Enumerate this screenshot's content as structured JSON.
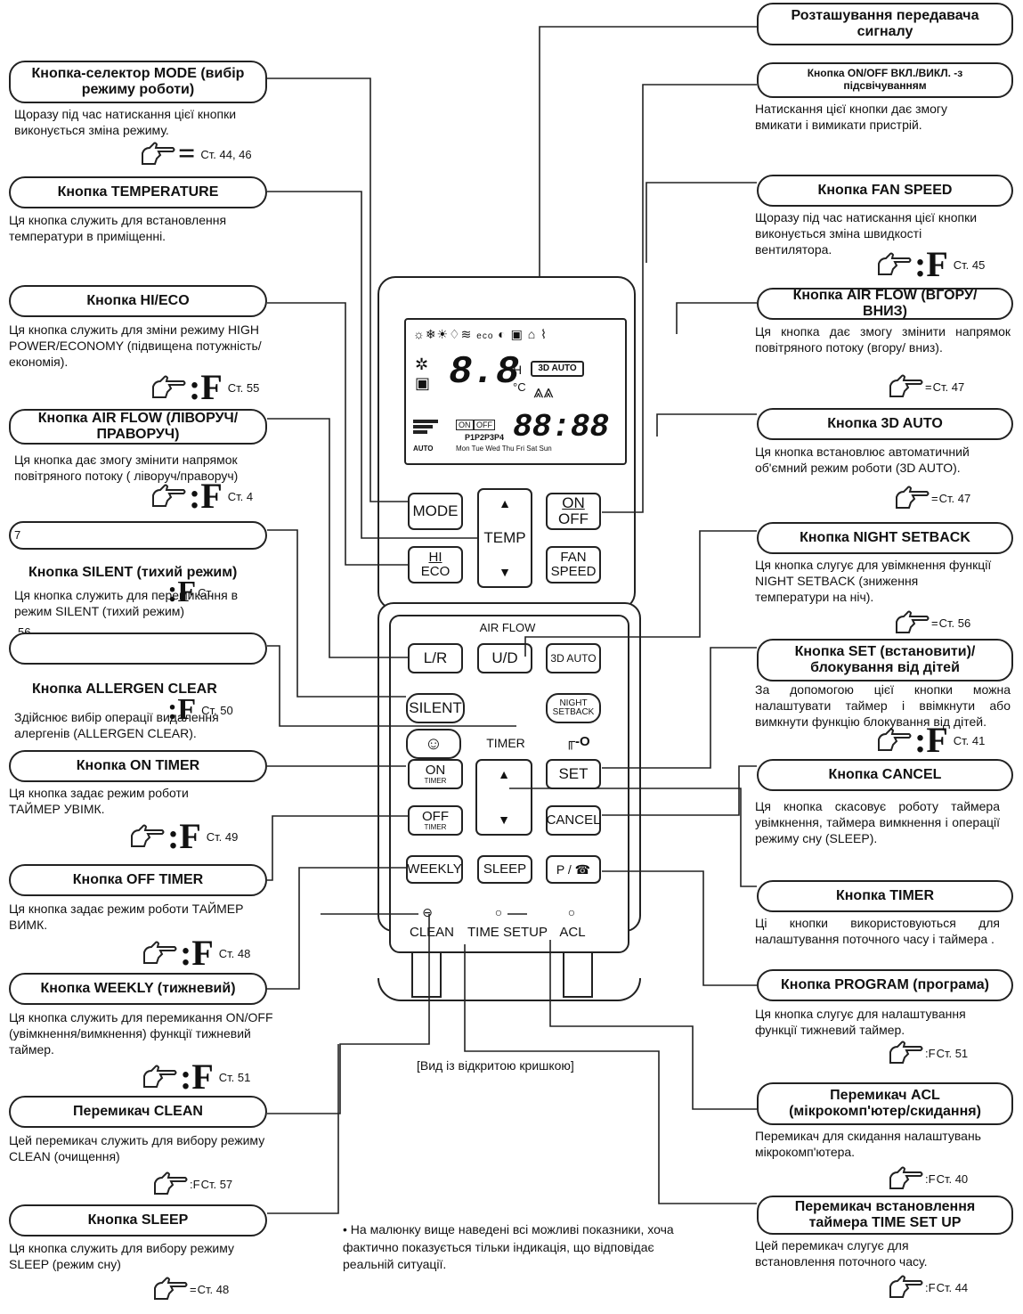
{
  "labels": {
    "transmitter": "Розташування передавача сигналу",
    "on_off": "Кнопка ON/OFF ВКЛ./ВИКЛ. -з підсвічуванням",
    "fan_speed": "Кнопка FAN SPEED",
    "air_flow_ud": "Кнопка AIR FLOW (ВГОРУ/ВНИЗ)",
    "auto3d": "Кнопка 3D AUTO",
    "night_setback": "Кнопка NIGHT SETBACK",
    "set": "Кнопка SET (встановити)/ блокування від дітей",
    "cancel": "Кнопка CANCEL",
    "timer": "Кнопка TIMER",
    "program": "Кнопка PROGRAM (програма)",
    "acl": "Перемикач ACL (мікрокомп'ютер/скидання)",
    "time_set_up": "Перемикач встановлення таймера TIME SET UP",
    "mode": "Кнопка-селектор MODE (вибір режиму роботи)",
    "temperature": "Кнопка TEMPERATURE",
    "hi_eco": "Кнопка HI/ECO",
    "air_flow_lr": "Кнопка AIR FLOW (ЛІВОРУЧ/ПРАВОРУЧ)",
    "seven": "7",
    "silent": "Кнопка SILENT (тихий режим)",
    "allergen": "Кнопка ALLERGEN CLEAR",
    "on_timer": "Кнопка ON TIMER",
    "off_timer": "Кнопка OFF TIMER",
    "weekly": "Кнопка WEEKLY (тижневий)",
    "clean": "Перемикач CLEAN",
    "sleep": "Кнопка SLEEP"
  },
  "descriptions": {
    "on_off": "Натискання цієї кнопки дає змогу вмикати і вимикати пристрій.",
    "fan_speed": "Щоразу під час натискання цієї кнопки виконується зміна швидкості вентилятора.",
    "air_flow_ud": "Ця кнопка дає змогу змінити напрямок повітряного потоку (вгору/ вниз).",
    "auto3d": "Ця кнопка встановлює автоматичний об'ємний режим роботи (3D AUTO).",
    "night_setback": "Ця кнопка слугує для увімкнення функції NIGHT SETBACK (зниження температури на ніч).",
    "set": "За допомогою цієї кнопки можна налаштувати таймер і ввімкнути або вимкнути функцію блокування від дітей.",
    "cancel": "Ця кнопка скасовує роботу таймера увімкнення, таймера вимкнення і операції режиму сну (SLEEP).",
    "timer": "Ці кнопки використовуються для налаштування поточного часу і таймера .",
    "program": "Ця кнопка слугує для налаштування функції тижневий таймер.",
    "acl": "Перемикач для скидання налаштувань мікрокомп'ютера.",
    "time_set_up": "Цей перемикач слугує для встановлення поточного часу.",
    "mode": "Щоразу під час натискання цієї кнопки виконується зміна режиму.",
    "temperature": "Ця кнопка служить для встановлення температури в приміщенні.",
    "hi_eco": "Ця кнопка служить для зміни режиму HIGH POWER/ECONOMY (підвищена потужність/економія).",
    "air_flow_lr": "Ця кнопка дає змогу змінити напрямок повітряного потоку ( ліворуч/праворуч)",
    "silent": "Ця кнопка служить для перемикання в режим SILENT (тихий режим)",
    "allergen": "Здійснює вибір операції видалення алергенів (ALLERGEN CLEAR).",
    "on_timer": "Ця кнопка задає режим роботи ТАЙМЕР УВІМК.",
    "off_timer": "Ця кнопка задає режим роботи ТАЙМЕР ВИМК.",
    "weekly": "Ця кнопка служить для перемикання ON/OFF (увімкнення/вимкнення) функції тижневий таймер.",
    "clean": "Цей перемикач служить для вибору режиму CLEAN (очищення)",
    "sleep": "Ця кнопка служить для вибору режиму SLEEP (режим сну)"
  },
  "refs": {
    "mode": {
      "sym": "=",
      "page": "Ст. 44, 46"
    },
    "fan_speed": {
      "sym": ":F",
      "page": "Ст. 45"
    },
    "air_flow_ud": {
      "sym": "=",
      "page": "Ст. 47"
    },
    "auto3d": {
      "sym": "=",
      "page": "Ст. 47"
    },
    "night_setback": {
      "sym": "=",
      "page": "Ст. 56"
    },
    "set": {
      "sym": ":F",
      "page": "Ст. 41"
    },
    "program": {
      "sym": ":F",
      "page": "Ст. 51"
    },
    "acl": {
      "sym": ":F",
      "page": "Ст. 40"
    },
    "time_set_up": {
      "sym": ":F",
      "page": "Ст. 44"
    },
    "hi_eco": {
      "sym": ":F",
      "page": "Ст. 55"
    },
    "air_flow_lr": {
      "sym": ":F",
      "page": "Ст. 4"
    },
    "silent_sym": ":F",
    "silent_page": "Ст.",
    "silent_page2": "56",
    "allergen_sym": ":F",
    "allergen_page": "Ст. 50",
    "on_timer": {
      "sym": ":F",
      "page": "Ст. 49"
    },
    "off_timer": {
      "sym": ":F",
      "page": "Ст. 48"
    },
    "weekly": {
      "sym": ":F",
      "page": "Ст. 51"
    },
    "clean": {
      "sym": ":F",
      "page": "Ст. 57"
    },
    "sleep": {
      "sym": "=",
      "page": "Ст. 48"
    }
  },
  "remote": {
    "mode": "MODE",
    "temp": "TEMP",
    "up": "▲",
    "down": "▼",
    "on": "ON",
    "off": "OFF",
    "hi": "HI",
    "eco": "ECO",
    "fan": "FAN",
    "speed": "SPEED",
    "air_flow": "AIR FLOW",
    "lr": "L/R",
    "ud": "U/D",
    "auto3d": "3D AUTO",
    "silent": "SILENT",
    "night": "NIGHT",
    "setback": "SETBACK",
    "timer": "TIMER",
    "lock": "╓-O",
    "on_timer_top": "ON",
    "on_timer_bottom": "TIMER",
    "off_timer_top": "OFF",
    "off_timer_bottom": "TIMER",
    "set": "SET",
    "cancel": "CANCEL",
    "weekly": "WEEKLY",
    "sleep": "SLEEP",
    "program": "P / ☎",
    "clean": "CLEAN",
    "time_setup": "TIME SETUP",
    "acl": "ACL",
    "lcd_big_digits": "8.8",
    "lcd_clock": "88:88",
    "lcd_days": "Mon Tue Wed Thu Fri Sat Sun",
    "lcd_programs": "P1P2P3P4",
    "lcd_on": "ON",
    "lcd_off": "OFF",
    "lcd_3d": "3D AUTO",
    "lcd_h": "H",
    "lcd_c": "°C",
    "lcd_auto": "AUTO"
  },
  "caption": "[Вид із відкритою кришкою]",
  "note": "• На малюнку вище наведені всі можливі показники, хоча фактично показується тільки індикація, що відповідає реальній ситуації."
}
